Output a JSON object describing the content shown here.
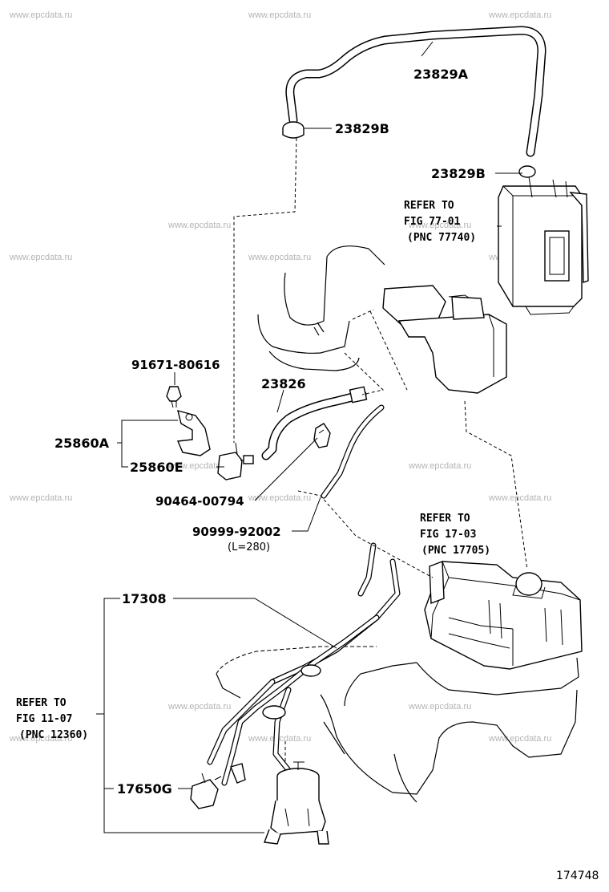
{
  "watermark": "www.epcdata.ru",
  "figure_number": "174748",
  "parts": {
    "hose_a": "23829A",
    "clamp_top": "23829B",
    "clamp_canister": "23829B",
    "hose_23826": "23826",
    "bolt": "91671-80616",
    "bracket_assy": "25860A",
    "vsv": "25860E",
    "clip": "90464-00794",
    "hose_90999": "90999-92002",
    "hose_length": "(L=280)",
    "pipe_assy": "17308",
    "hose_17650g": "17650G"
  },
  "refs": {
    "canister": {
      "line1": "REFER TO",
      "line2": "FIG 77-01",
      "line3": "(PNC 77740)"
    },
    "air_cleaner": {
      "line1": "REFER TO",
      "line2": "FIG 17-03",
      "line3": "(PNC 17705)"
    },
    "intake": {
      "line1": "REFER TO",
      "line2": "FIG 11-07",
      "line3": "(PNC 12360)"
    }
  }
}
